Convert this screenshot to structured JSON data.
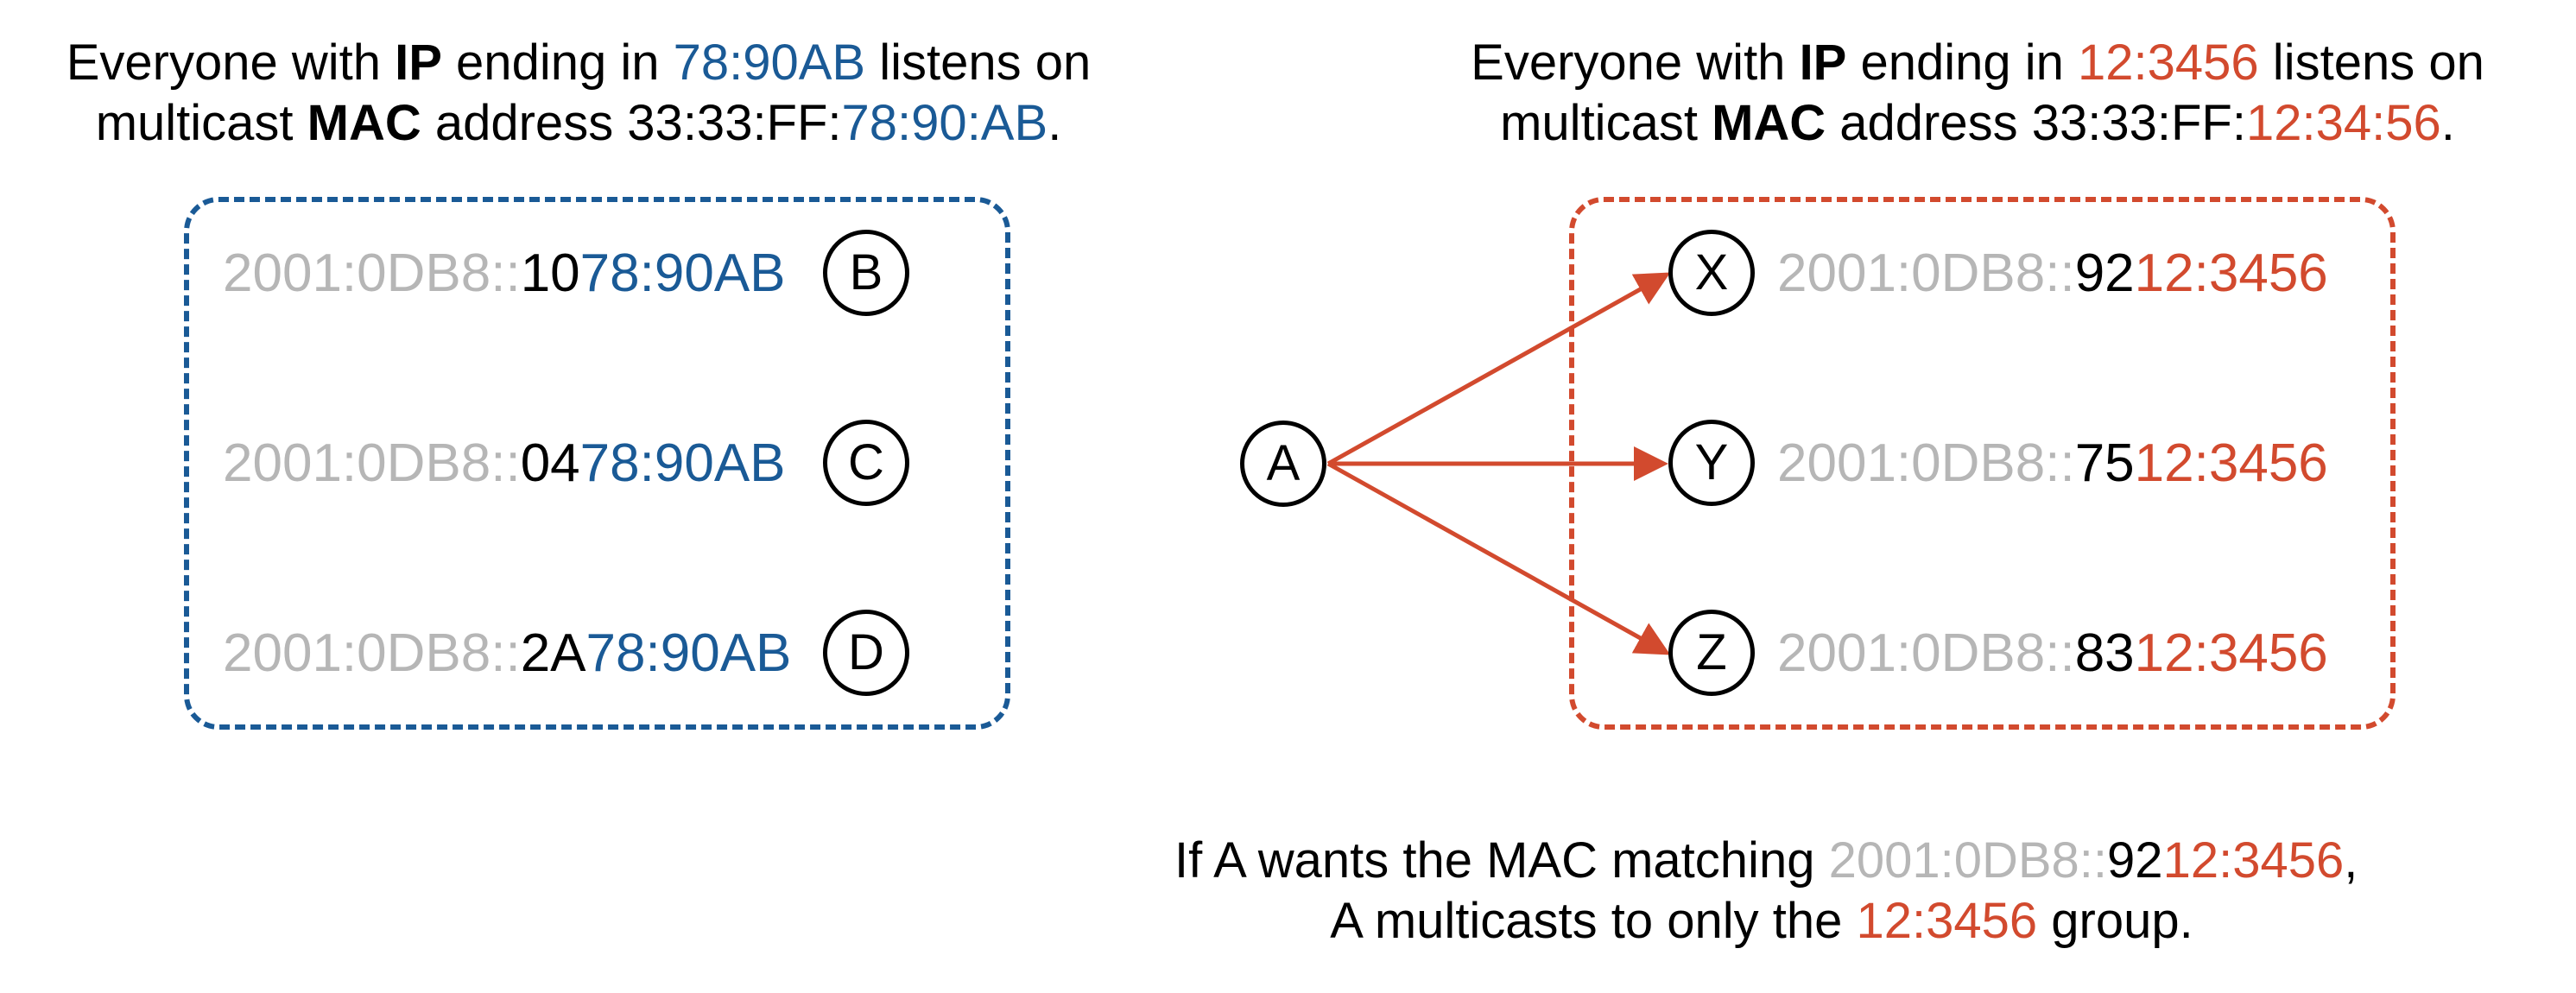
{
  "captions": {
    "left": {
      "p1": "Everyone with ",
      "ip_word": "IP",
      "p2": " ending in ",
      "ip_suffix": "78:90AB",
      "p3": " listens on",
      "p4": "multicast ",
      "mac_word": "MAC",
      "p5": " address 33:33:FF:",
      "mac_suffix": "78:90:AB",
      "p6": "."
    },
    "right": {
      "p1": "Everyone with ",
      "ip_word": "IP",
      "p2": " ending in ",
      "ip_suffix": "12:3456",
      "p3": " listens on",
      "p4": "multicast ",
      "mac_word": "MAC",
      "p5": " address 33:33:FF:",
      "mac_suffix": "12:34:56",
      "p6": "."
    },
    "bottom": {
      "p1": "If A wants the MAC matching ",
      "addr_prefix": "2001:0DB8::",
      "addr_mid": "92",
      "addr_suffix": "12:3456",
      "p2": ",",
      "p3": "A multicasts to only the ",
      "group_suffix": "12:3456",
      "p4": " group."
    }
  },
  "left_group": {
    "hosts": [
      {
        "node": "B",
        "prefix": "2001:0DB8::",
        "mid": "10",
        "suffix": "78:90AB"
      },
      {
        "node": "C",
        "prefix": "2001:0DB8::",
        "mid": "04",
        "suffix": "78:90AB"
      },
      {
        "node": "D",
        "prefix": "2001:0DB8::",
        "mid": "2A",
        "suffix": "78:90AB"
      }
    ]
  },
  "right_group": {
    "hosts": [
      {
        "node": "X",
        "prefix": "2001:0DB8::",
        "mid": "92",
        "suffix": "12:3456"
      },
      {
        "node": "Y",
        "prefix": "2001:0DB8::",
        "mid": "75",
        "suffix": "12:3456"
      },
      {
        "node": "Z",
        "prefix": "2001:0DB8::",
        "mid": "83",
        "suffix": "12:3456"
      }
    ]
  },
  "sender": {
    "node": "A"
  },
  "colors": {
    "left_group": "#1a5a96",
    "right_group": "#d24a2e",
    "address_prefix": "#b6b6b6"
  }
}
